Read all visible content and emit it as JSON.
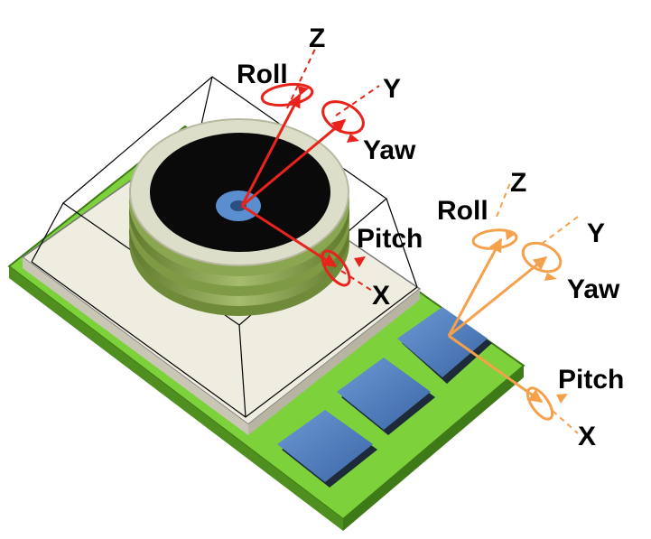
{
  "axes_sensor": {
    "color": "#e8231c",
    "labels": {
      "z": "Z",
      "y": "Y",
      "x": "X",
      "roll": "Roll",
      "yaw": "Yaw",
      "pitch": "Pitch"
    }
  },
  "axes_board": {
    "color": "#f5a04a",
    "labels": {
      "z": "Z",
      "y": "Y",
      "x": "X",
      "roll": "Roll",
      "yaw": "Yaw",
      "pitch": "Pitch"
    }
  },
  "colors": {
    "board": "#7dd13a",
    "board_dark": "#4f8f1f",
    "base": "#efece0",
    "pads": "#4f7fc0",
    "membrane": "#0a0a0a",
    "ring": "#d7d9c4",
    "coil": "#7f9a45",
    "center": "#5a8ecf"
  }
}
